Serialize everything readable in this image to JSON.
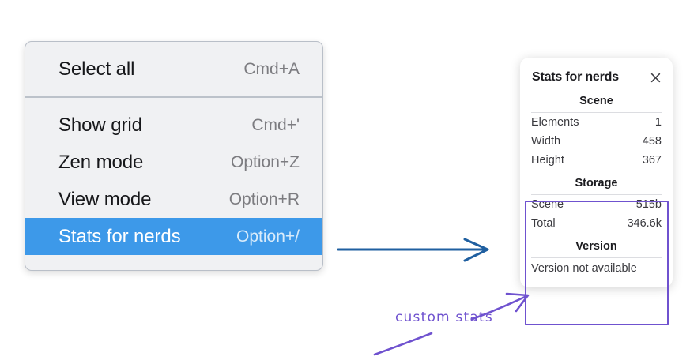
{
  "context_menu": {
    "groups": [
      {
        "items": [
          {
            "label": "Select all",
            "shortcut": "Cmd+A",
            "selected": false
          }
        ]
      },
      {
        "items": [
          {
            "label": "Show grid",
            "shortcut": "Cmd+'",
            "selected": false
          },
          {
            "label": "Zen mode",
            "shortcut": "Option+Z",
            "selected": false
          },
          {
            "label": "View mode",
            "shortcut": "Option+R",
            "selected": false
          },
          {
            "label": "Stats for nerds",
            "shortcut": "Option+/",
            "selected": true
          }
        ]
      }
    ],
    "highlight_color": "#3d99e9"
  },
  "stats_panel": {
    "title": "Stats for nerds",
    "close_icon": "close-icon",
    "sections": [
      {
        "heading": "Scene",
        "rows": [
          {
            "label": "Elements",
            "value": "1"
          },
          {
            "label": "Width",
            "value": "458"
          },
          {
            "label": "Height",
            "value": "367"
          }
        ]
      },
      {
        "heading": "Storage",
        "rows": [
          {
            "label": "Scene",
            "value": "515b"
          },
          {
            "label": "Total",
            "value": "346.6k"
          }
        ]
      },
      {
        "heading": "Version",
        "note": "Version not available"
      }
    ]
  },
  "annotations": {
    "label": "custom stats",
    "arrow_color": "#6f52cf",
    "pointer_color": "#1f5fa0",
    "highlight_box_color": "#6f52cf"
  }
}
